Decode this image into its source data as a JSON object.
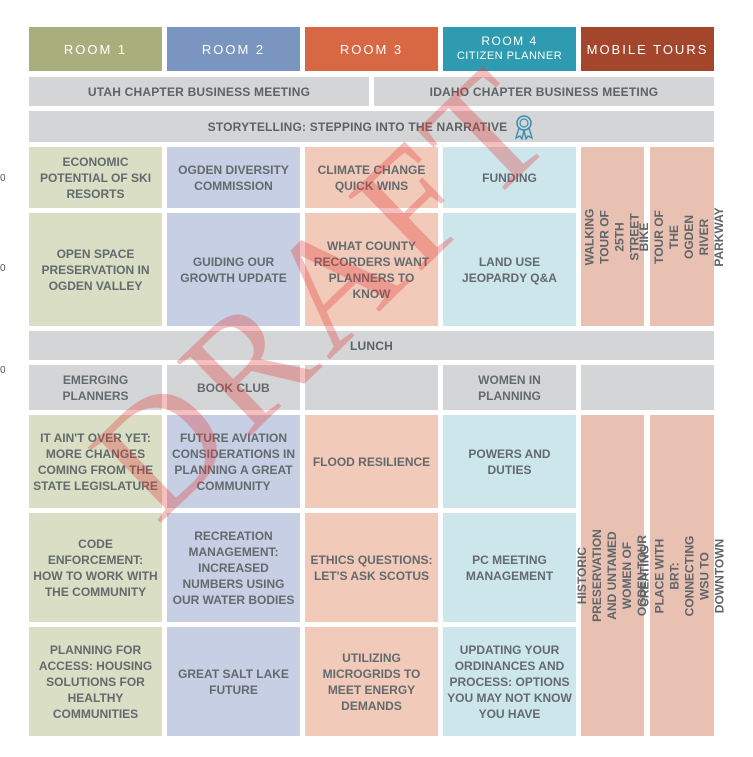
{
  "headers": {
    "room1": "ROOM 1",
    "room2": "ROOM 2",
    "room3": "ROOM 3",
    "room4_line1": "ROOM 4",
    "room4_line2": "CITIZEN PLANNER",
    "mobile": "MOBILE TOURS"
  },
  "header_colors": {
    "room1": "#a9af7c",
    "room2": "#7a96c0",
    "room3": "#d86744",
    "room4": "#2e9bb1",
    "mobile": "#a4462c"
  },
  "bars": {
    "utah": "UTAH CHAPTER BUSINESS MEETING",
    "idaho": "IDAHO CHAPTER BUSINESS MEETING",
    "storytelling": "STORYTELLING: STEPPING INTO THE NARRATIVE",
    "lunch": "LUNCH"
  },
  "block1": {
    "r1": "ECONOMIC POTENTIAL OF SKI RESORTS",
    "r2": "OGDEN DIVERSITY COMMISSION",
    "r3": "CLIMATE CHANGE QUICK WINS",
    "r4": "FUNDING"
  },
  "block2": {
    "r1": "OPEN SPACE PRESERVATION IN OGDEN VALLEY",
    "r2": "GUIDING OUR GROWTH UPDATE",
    "r3": "WHAT COUNTY RECORDERS WANT PLANNERS TO KNOW",
    "r4": "LAND USE JEOPARDY Q&A"
  },
  "tours_am": {
    "walking": "WALKING TOUR OF 25TH STREET",
    "bike": "BIKE TOUR OF THE OGDEN RIVER PARKWAY"
  },
  "block3": {
    "r1": "EMERGING PLANNERS",
    "r2": "BOOK CLUB",
    "r4": "WOMEN IN PLANNING"
  },
  "block4": {
    "r1": "IT AIN'T OVER YET: MORE CHANGES COMING FROM THE STATE LEGISLATURE",
    "r2": "FUTURE AVIATION CONSIDERATIONS IN PLANNING A GREAT COMMUNITY",
    "r3": "FLOOD RESILIENCE",
    "r4": "POWERS AND DUTIES"
  },
  "block5": {
    "r1": "CODE ENFORCEMENT: HOW TO WORK WITH THE COMMUNITY",
    "r2": "RECREATION MANAGEMENT: INCREASED NUMBERS USING OUR WATER BODIES",
    "r3": "ETHICS QUESTIONS: LET'S ASK SCOTUS",
    "r4": "PC MEETING MANAGEMENT"
  },
  "block6": {
    "r1": "PLANNING FOR ACCESS: HOUSING SOLUTIONS FOR HEALTHY COMMUNITIES",
    "r2": "GREAT SALT LAKE FUTURE",
    "r3": "UTILIZING MICROGRIDS TO MEET ENERGY DEMANDS",
    "r4": "UPDATING YOUR ORDINANCES AND PROCESS: OPTIONS YOU MAY NOT KNOW YOU HAVE"
  },
  "tours_pm": {
    "historic": "HISTORIC PRESERVATION AND UNTAMED WOMEN OF OGDEN TOUR",
    "brt": "CREATING PLACE WITH BRT: CONNECTING WSU TO DOWNTOWN"
  },
  "margin_ticks": [
    "0",
    "0",
    "0"
  ],
  "watermark": "DRAFT",
  "icons": {
    "storytelling": "ribbon-award-icon"
  }
}
